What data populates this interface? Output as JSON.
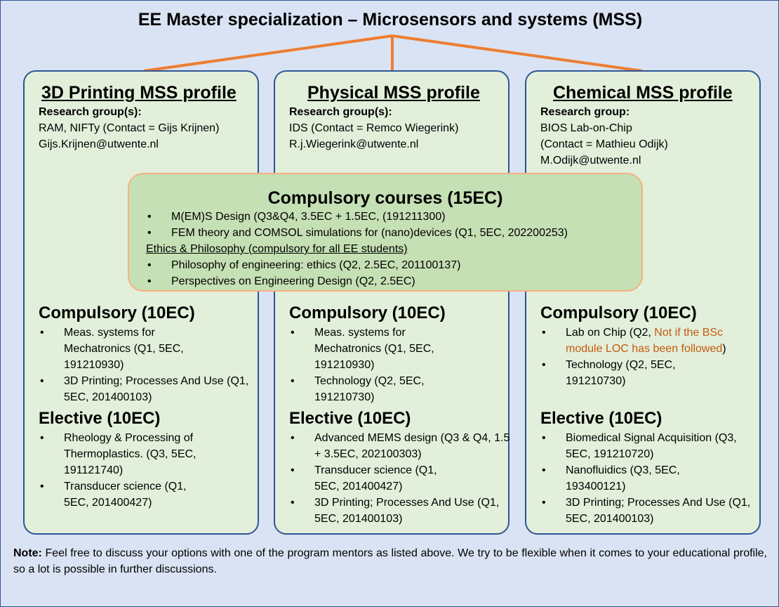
{
  "title": "EE Master specialization – Microsensors and systems (MSS)",
  "colors": {
    "background": "#dae3f3",
    "profile_fill": "#e2efda",
    "border": "#2f5597",
    "connector": "#ed7d31",
    "compulsory_fill": "#c5e0b4",
    "compulsory_border": "#f4b183",
    "warning_text": "#c55a11"
  },
  "profiles": [
    {
      "title": "3D Printing MSS profile",
      "rg_label": "Research group(s):",
      "rg_lines": [
        "RAM, NIFTy (Contact = Gijs Krijnen)",
        "Gijs.Krijnen@utwente.nl"
      ],
      "compulsory": {
        "heading": "Compulsory (10EC)",
        "items": [
          "Meas. systems for Mechatronics (Q1, 5EC, 191210930)",
          "3D Printing; Processes And Use (Q1, 5EC, 201400103)"
        ]
      },
      "elective": {
        "heading": "Elective (10EC)",
        "items": [
          "Rheology & Processing of Thermoplastics. (Q3, 5EC, 191121740)",
          "Transducer science (Q1, 5EC, 201400427)"
        ]
      }
    },
    {
      "title": "Physical MSS profile",
      "rg_label": "Research group(s):",
      "rg_lines": [
        "IDS (Contact = Remco Wiegerink)",
        "R.j.Wiegerink@utwente.nl"
      ],
      "compulsory": {
        "heading": "Compulsory (10EC)",
        "items": [
          "Meas. systems for Mechatronics (Q1, 5EC, 191210930)",
          "Technology (Q2, 5EC, 191210730)"
        ]
      },
      "elective": {
        "heading": "Elective (10EC)",
        "items": [
          "Advanced MEMS design (Q3 & Q4, 1.5 + 3.5EC, 202100303)",
          "Transducer science (Q1, 5EC, 201400427)",
          "3D Printing; Processes And Use (Q1, 5EC, 201400103)"
        ]
      }
    },
    {
      "title": "Chemical MSS profile",
      "rg_label": "Research group:",
      "rg_lines": [
        "BIOS Lab-on-Chip",
        "(Contact = Mathieu Odijk)",
        "M.Odijk@utwente.nl"
      ],
      "compulsory": {
        "heading": "Compulsory (10EC)",
        "lab_prefix": "Lab on Chip (Q2, ",
        "lab_warning": "Not if the BSc module LOC has been followed",
        "lab_suffix": ")",
        "technology": "Technology (Q2, 5EC, 191210730)"
      },
      "elective": {
        "heading": "Elective (10EC)",
        "items": [
          "Biomedical Signal Acquisition (Q3, 5EC, 191210720)",
          "Nanofluidics (Q3, 5EC, 193400121)",
          "3D Printing; Processes And Use (Q1, 5EC, 201400103)"
        ]
      }
    }
  ],
  "compulsory_courses": {
    "title": "Compulsory courses (15EC)",
    "items": [
      "M(EM)S Design (Q3&Q4, 3.5EC + 1.5EC, (191211300)",
      "FEM theory and COMSOL simulations for (nano)devices (Q1, 5EC, 202200253)"
    ],
    "ethics_heading": "Ethics & Philosophy (compulsory for all EE students)",
    "ethics_items": [
      "Philosophy of engineering: ethics (Q2, 2.5EC, 201100137)",
      "Perspectives on Engineering Design (Q2, 2.5EC)"
    ]
  },
  "note": {
    "label": "Note:",
    "text": " Feel free to discuss your options with one of the program mentors as listed above. We try to be flexible when it comes to your educational profile, so a lot is possible in further discussions."
  }
}
